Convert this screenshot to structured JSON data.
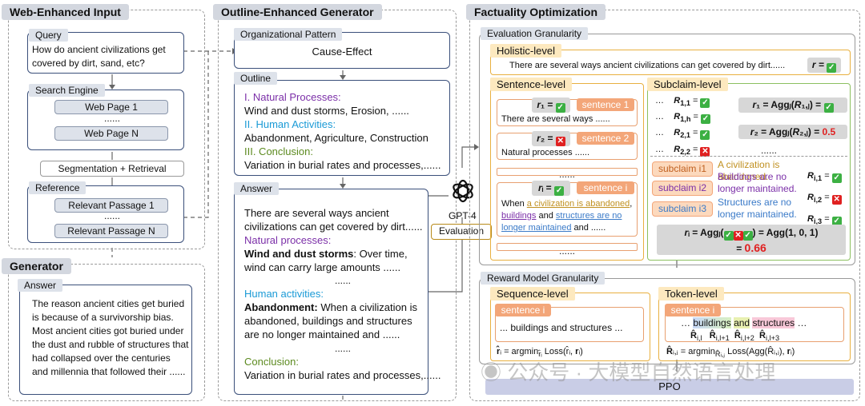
{
  "web_input": {
    "title": "Web-Enhanced Input",
    "query_label": "Query",
    "query_text": "How do ancient civilizations get covered by dirt, sand, etc?",
    "search_label": "Search Engine",
    "web_page_1": "Web Page 1",
    "web_page_n": "Web Page N",
    "seg": "Segmentation + Retrieval",
    "ref_label": "Reference",
    "passage_1": "Relevant Passage 1",
    "passage_n": "Relevant Passage N",
    "ellipsis": "......"
  },
  "generator": {
    "title": "Generator",
    "answer_label": "Answer",
    "answer_text": "The reason ancient cities get buried is because of a survivorship bias. Most ancient cities got buried under the dust and rubble of structures that had collapsed over the centuries and millennia that followed their ......"
  },
  "outline_gen": {
    "title": "Outline-Enhanced Generator",
    "org_label": "Organizational Pattern",
    "org_value": "Cause-Effect",
    "outline_label": "Outline",
    "o1": "I. Natural Processes:",
    "o1t": "Wind and dust storms, Erosion, ......",
    "o2": "II. Human Activities:",
    "o2t": "Abandonment, Agriculture, Construction",
    "o3": "III. Conclusion:",
    "o3t": "Variation in burial rates and processes,......",
    "answer_label": "Answer",
    "a1": "There are several ways ancient civilizations can get covered by dirt......",
    "a2": "Natural processes:",
    "a3b": "Wind and dust storms",
    "a3": ": Over time, wind can carry large amounts ......",
    "a4": "Human activities:",
    "a5b": "Abandonment:",
    "a5": " When a civilization is abandoned, buildings and structures are no longer maintained and ......",
    "a6": "Conclusion:",
    "a6t": "Variation in burial rates and processes,......",
    "ellipsis": "......"
  },
  "gpt": {
    "name": "GPT-4",
    "eval": "Evaluation"
  },
  "factuality": {
    "title": "Factuality Optimization",
    "eval_gran": "Evaluation Granularity",
    "holistic": "Holistic-level",
    "holistic_text": "There are several ways ancient civilizations can get covered by dirt......",
    "r_eq": "r =",
    "sentence_level": "Sentence-level",
    "subclaim_level": "Subclaim-level",
    "r1": "r",
    "s1": "sentence 1",
    "s1_text": "There are several ways ......",
    "s2": "sentence 2",
    "s2_text": "Natural processes ......",
    "si": "sentence i",
    "si_when": "When ",
    "si_c1": "a civilization is abandoned",
    "si_c2": "buildings",
    "si_and": " and ",
    "si_c3": "structures are no longer maintained",
    "si_end": " and ......",
    "ellipsis": "......",
    "R11": "R",
    "sub1": "subclaim i1",
    "sub2": "subclaim i2",
    "sub3": "subclaim i3",
    "sc1": "A civilization is abandoned.",
    "sc2": "Buildings are no longer maintained.",
    "sc3": "Structures are no longer maintained.",
    "agg_i": "= Agg",
    "agg_rhs": "= Agg(1, 0, 1)",
    "agg_val": "0.66",
    "agg_r2": "0.5",
    "reward_gran": "Reward Model Granularity",
    "sequence_level": "Sequence-level",
    "token_level": "Token-level",
    "seq_sent": "sentence i",
    "seq_text": "... buildings and structures ...",
    "tok_sent": "sentence i",
    "tok_w1": "buildings",
    "tok_w2": "and",
    "tok_w3": "structures",
    "seq_loss": "= argmin",
    "loss": "Loss",
    "ppo": "PPO"
  },
  "watermark": "公众号 · 大模型自然语言处理"
}
